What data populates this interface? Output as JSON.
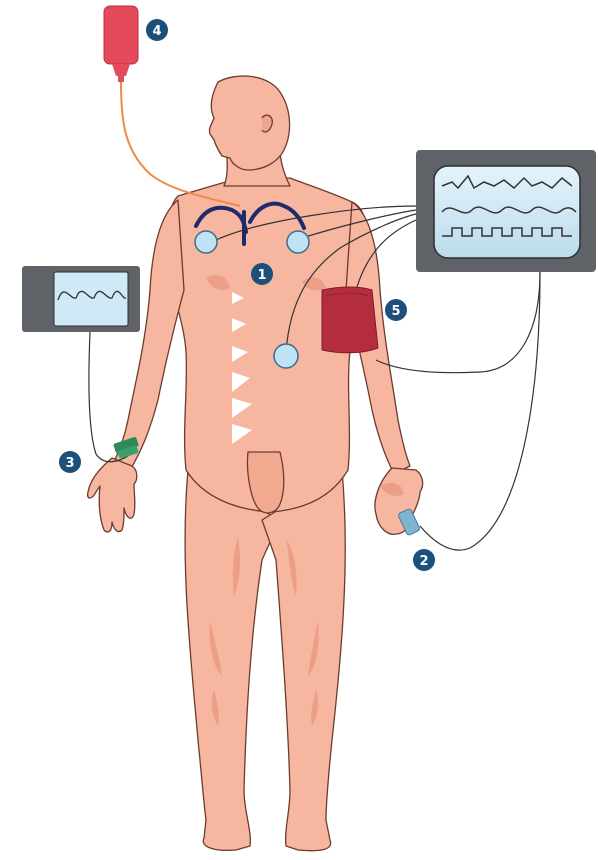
{
  "colors": {
    "skin": "#f6b6a0",
    "skin_shadow": "#e9967f",
    "outline": "#6b3b2e",
    "vein": "#1f2a6b",
    "iv_bag": "#e34a5c",
    "iv_line": "#f08a4b",
    "electrode_fill": "#bfe3f3",
    "electrode_ring": "#3a6d8c",
    "monitor_frame": "#5f6266",
    "monitor_screen": "#cfe9f6",
    "cuff": "#b32d3d",
    "wrist_band": "#2f8a5a",
    "pulse_ox": "#7fb3cf",
    "badge": "#1c4f7a",
    "cable": "#333333"
  },
  "icons": [
    "iv-bag-icon",
    "monitor-icon",
    "electrode-icon",
    "bp-cuff-icon",
    "pulse-oximeter-icon",
    "wrist-band-icon"
  ],
  "callouts": [
    {
      "label": "1"
    },
    {
      "label": "2"
    },
    {
      "label": "3"
    },
    {
      "label": "4"
    },
    {
      "label": "5"
    }
  ]
}
